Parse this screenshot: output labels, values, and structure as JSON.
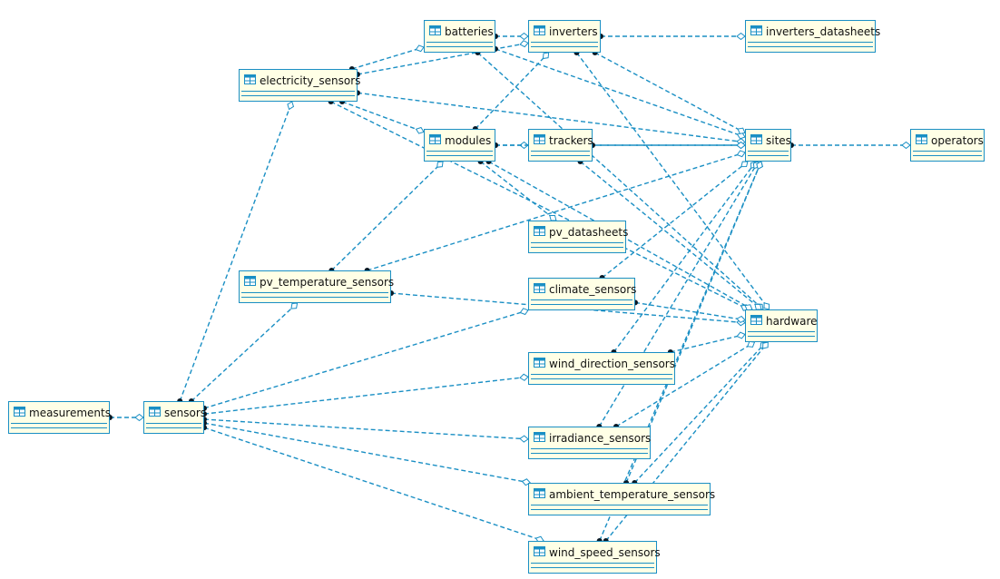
{
  "colors": {
    "line": "#1a8fc4",
    "entity_fill": "#ffffe6",
    "endpoint_dot": "#0b1a26"
  },
  "icon": "table-icon",
  "entities": {
    "measurements": "measurements",
    "sensors": "sensors",
    "electricity_sensors": "electricity_sensors",
    "pv_temperature_sensors": "pv_temperature_sensors",
    "batteries": "batteries",
    "inverters": "inverters",
    "inverters_datasheets": "inverters_datasheets",
    "modules": "modules",
    "trackers": "trackers",
    "pv_datasheets": "pv_datasheets",
    "climate_sensors": "climate_sensors",
    "wind_direction_sensors": "wind_direction_sensors",
    "irradiance_sensors": "irradiance_sensors",
    "ambient_temperature_sensors": "ambient_temperature_sensors",
    "wind_speed_sensors": "wind_speed_sensors",
    "sites": "sites",
    "operators": "operators",
    "hardware": "hardware"
  },
  "relationships": [
    [
      "measurements",
      "sensors"
    ],
    [
      "sensors",
      "electricity_sensors"
    ],
    [
      "sensors",
      "pv_temperature_sensors"
    ],
    [
      "sensors",
      "climate_sensors"
    ],
    [
      "sensors",
      "wind_direction_sensors"
    ],
    [
      "sensors",
      "irradiance_sensors"
    ],
    [
      "sensors",
      "ambient_temperature_sensors"
    ],
    [
      "sensors",
      "wind_speed_sensors"
    ],
    [
      "electricity_sensors",
      "batteries"
    ],
    [
      "electricity_sensors",
      "inverters"
    ],
    [
      "electricity_sensors",
      "modules"
    ],
    [
      "electricity_sensors",
      "sites"
    ],
    [
      "electricity_sensors",
      "hardware"
    ],
    [
      "batteries",
      "inverters"
    ],
    [
      "batteries",
      "sites"
    ],
    [
      "batteries",
      "hardware"
    ],
    [
      "inverters",
      "inverters_datasheets"
    ],
    [
      "inverters",
      "sites"
    ],
    [
      "inverters",
      "hardware"
    ],
    [
      "modules",
      "inverters"
    ],
    [
      "modules",
      "trackers"
    ],
    [
      "modules",
      "pv_datasheets"
    ],
    [
      "modules",
      "sites"
    ],
    [
      "modules",
      "hardware"
    ],
    [
      "pv_temperature_sensors",
      "modules"
    ],
    [
      "pv_temperature_sensors",
      "sites"
    ],
    [
      "pv_temperature_sensors",
      "hardware"
    ],
    [
      "trackers",
      "sites"
    ],
    [
      "trackers",
      "hardware"
    ],
    [
      "sites",
      "operators"
    ],
    [
      "climate_sensors",
      "sites"
    ],
    [
      "climate_sensors",
      "hardware"
    ],
    [
      "wind_direction_sensors",
      "sites"
    ],
    [
      "wind_direction_sensors",
      "hardware"
    ],
    [
      "irradiance_sensors",
      "sites"
    ],
    [
      "irradiance_sensors",
      "hardware"
    ],
    [
      "ambient_temperature_sensors",
      "sites"
    ],
    [
      "ambient_temperature_sensors",
      "hardware"
    ],
    [
      "wind_speed_sensors",
      "sites"
    ],
    [
      "wind_speed_sensors",
      "hardware"
    ]
  ]
}
